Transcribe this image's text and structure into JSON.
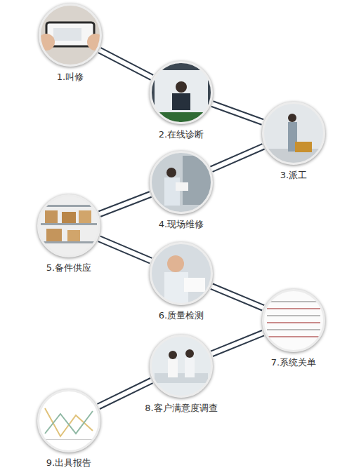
{
  "diagram": {
    "nodes": [
      {
        "text": [
          "1.叫修"
        ]
      },
      {
        "text": [
          "2.在线诊断"
        ]
      },
      {
        "text": [
          "3.派工"
        ]
      },
      {
        "text": [
          "4.现场维修"
        ]
      },
      {
        "text": [
          "5.备件供应"
        ]
      },
      {
        "text": [
          "6.质量检测"
        ]
      },
      {
        "text": [
          "7.系统关单"
        ]
      },
      {
        "text": [
          "8.客户满意度调查"
        ]
      },
      {
        "text": [
          "9.出具报告"
        ]
      }
    ],
    "edges": [
      {
        "from": 0,
        "to": 1,
        "arrow": "none"
      },
      {
        "from": 1,
        "to": 2,
        "arrow": "none"
      },
      {
        "from": 2,
        "to": 3,
        "arrow": "none"
      },
      {
        "from": 3,
        "to": 4,
        "arrow": "none"
      },
      {
        "from": 4,
        "to": 5,
        "arrow": "none"
      },
      {
        "from": 5,
        "to": 6,
        "arrow": "none"
      },
      {
        "from": 6,
        "to": 7,
        "arrow": "none"
      },
      {
        "from": 7,
        "to": 8,
        "arrow": "none"
      }
    ]
  }
}
